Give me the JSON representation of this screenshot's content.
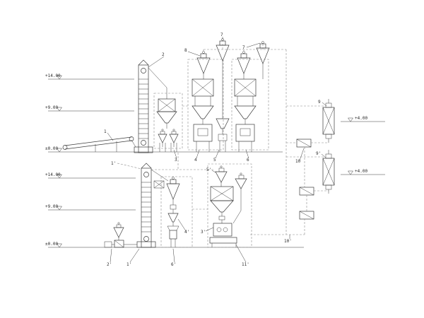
{
  "diagram": {
    "type": "process-flow",
    "line_color": "#3c3c3c",
    "dash_color": "#8c8c8c"
  },
  "elevations": {
    "upper": [
      {
        "label": "+14.00"
      },
      {
        "label": "+9.00"
      },
      {
        "label": "±0.00"
      }
    ],
    "lower": [
      {
        "label": "+14.00"
      },
      {
        "label": "+9.00"
      },
      {
        "label": "±0.00"
      }
    ],
    "right": [
      {
        "label": "+4.00"
      },
      {
        "label": "+4.00"
      }
    ]
  },
  "labels": {
    "belt_conveyor": "1",
    "bucket_elevator": "2",
    "cyclone_left": "8",
    "cyclone_mid": "7",
    "cyclone_right": "7",
    "sifter": "3",
    "mill_a": "4",
    "scale_a": "5",
    "mill_b": "6",
    "filter_top": "9",
    "filter_bottom": "9'",
    "fan": "10",
    "duct": "10'",
    "elevator_2": "1'",
    "feeder_2": "2'",
    "boot_2": "1'",
    "discharger": "4'",
    "pellet_mill": "3'",
    "bagging": "6'",
    "press_base": "11'",
    "bin_cyclone": "5'"
  }
}
